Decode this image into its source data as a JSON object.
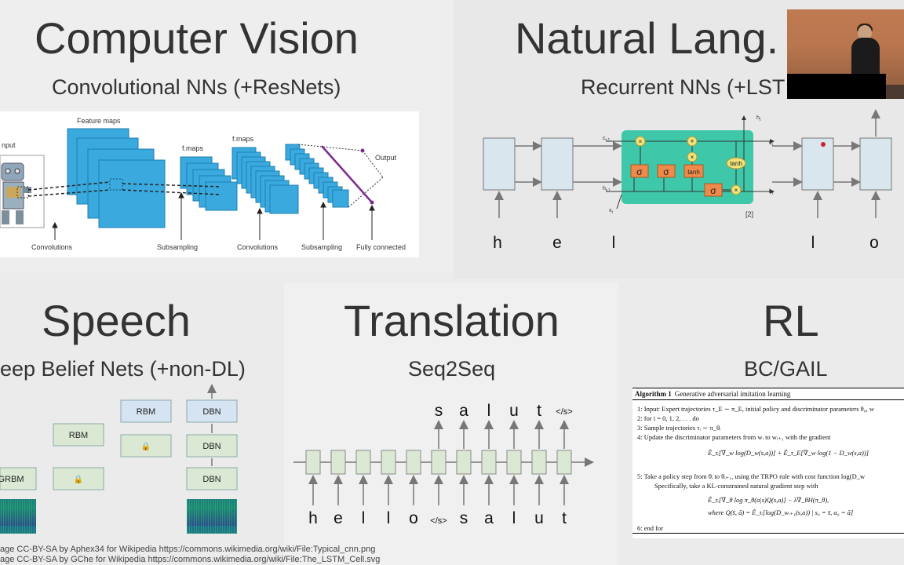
{
  "sections": {
    "cv": {
      "title": "Computer Vision",
      "subtitle": "Convolutional NNs (+ResNets)"
    },
    "nlp": {
      "title": "Natural Lang.",
      "subtitle": "Recurrent NNs (+LST"
    },
    "speech": {
      "title": "Speech",
      "subtitle": "eep Belief Nets (+non-DL)"
    },
    "translation": {
      "title": "Translation",
      "subtitle": "Seq2Seq"
    },
    "rl": {
      "title": "RL",
      "subtitle": "BC/GAIL"
    }
  },
  "cnn": {
    "input": "nput",
    "feature_maps": "Feature maps",
    "fmaps1": "f.maps",
    "fmaps2": "f.maps",
    "output": "Output",
    "convolutions1": "Convolutions",
    "subsampling1": "Subsampling",
    "convolutions2": "Convolutions",
    "subsampling2": "Subsampling",
    "fully_connected": "Fully connected"
  },
  "rnn": {
    "letters": [
      "h",
      "e",
      "l",
      "l",
      "o"
    ],
    "lstm": {
      "c_prev": "c",
      "c_prev_sub": "t-1",
      "c_t": "c",
      "c_t_sub": "t",
      "h_prev": "h",
      "h_prev_sub": "t-1",
      "h_t": "h",
      "h_t_sub": "t",
      "h_top": "h",
      "h_top_sub": "t",
      "x_t": "x",
      "x_t_sub": "t",
      "sigma": "σ",
      "tanh": "tanh",
      "times": "×",
      "plus": "+",
      "ref": "[2]"
    }
  },
  "dbn": {
    "grbm": "GRBM",
    "rbm1": "RBM",
    "rbm2": "RBM",
    "dbn1": "DBN",
    "dbn2": "DBN",
    "dbn3": "DBN",
    "lock": "🔒"
  },
  "seq2seq": {
    "inputs": [
      "h",
      "e",
      "l",
      "l",
      "o",
      "</s>",
      "s",
      "a",
      "l",
      "u",
      "t"
    ],
    "outputs": [
      "s",
      "a",
      "l",
      "u",
      "t",
      "</s>"
    ]
  },
  "algorithm": {
    "label": "Algorithm 1",
    "name": "Generative adversarial imitation learning",
    "line1": "1:  Input: Expert trajectories τ_E ∼ π_E, initial policy and discriminator parameters θ₀, w",
    "line2": "2:  for i = 0, 1, 2, . . . do",
    "line3": "3:      Sample trajectories τᵢ ∼ π_θᵢ",
    "line4": "4:      Update the discriminator parameters from wᵢ to wᵢ₊₁ with the gradient",
    "eq1": "Ê_τᵢ[∇_w log(D_w(s,a))] + Ê_τ_E[∇_w log(1 − D_w(s,a))]",
    "line5": "5:      Take a policy step from θᵢ to θᵢ₊₁, using the TRPO rule with cost function log(D_w",
    "line5b": "Specifically, take a KL-constrained natural gradient step with",
    "eq2": "Ê_τᵢ[∇_θ log π_θ(a|s)Q(s,a)] − λ∇_θH(π_θ),",
    "eq3": "where Q(s̄, ā) = Ê_τᵢ[log(D_wᵢ₊₁(s,a)) | s₀ = s̄, a₀ = ā]",
    "line6": "6:  end for"
  },
  "credits": {
    "line1": "age CC-BY-SA by Aphex34 for Wikipedia https://commons.wikimedia.org/wiki/File:Typical_cnn.png",
    "line2": "age CC-BY-SA by GChe for Wikipedia https://commons.wikimedia.org/wiki/File:The_LSTM_Cell.svg"
  },
  "colors": {
    "cnn_blue": "#3aa9dd",
    "lstm_teal": "#3ec7a8",
    "gate_orange": "#ef8a4a",
    "node_yellow": "#f1e27a",
    "box_blue_light": "#d6e3f3",
    "box_green_light": "#dbe9d4",
    "arrow_gray": "#777777"
  }
}
